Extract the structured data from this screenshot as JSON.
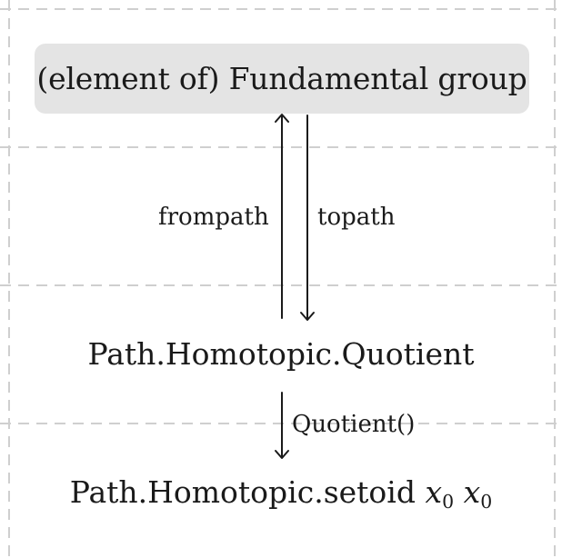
{
  "nodes": {
    "fundamental_group": "(element of) Fundamental group",
    "quotient": "Path.Homotopic.Quotient",
    "setoid": "Path.Homotopic.setoid",
    "setoid_arg_var": "x",
    "setoid_arg_sub": "0"
  },
  "edges": {
    "frompath": "frompath",
    "topath": "topath",
    "quotient_call": "Quotient()"
  },
  "colors": {
    "node_fill": "#e4e4e4",
    "grid_line": "#cfcfcf",
    "arrow": "#1a1a1a"
  }
}
